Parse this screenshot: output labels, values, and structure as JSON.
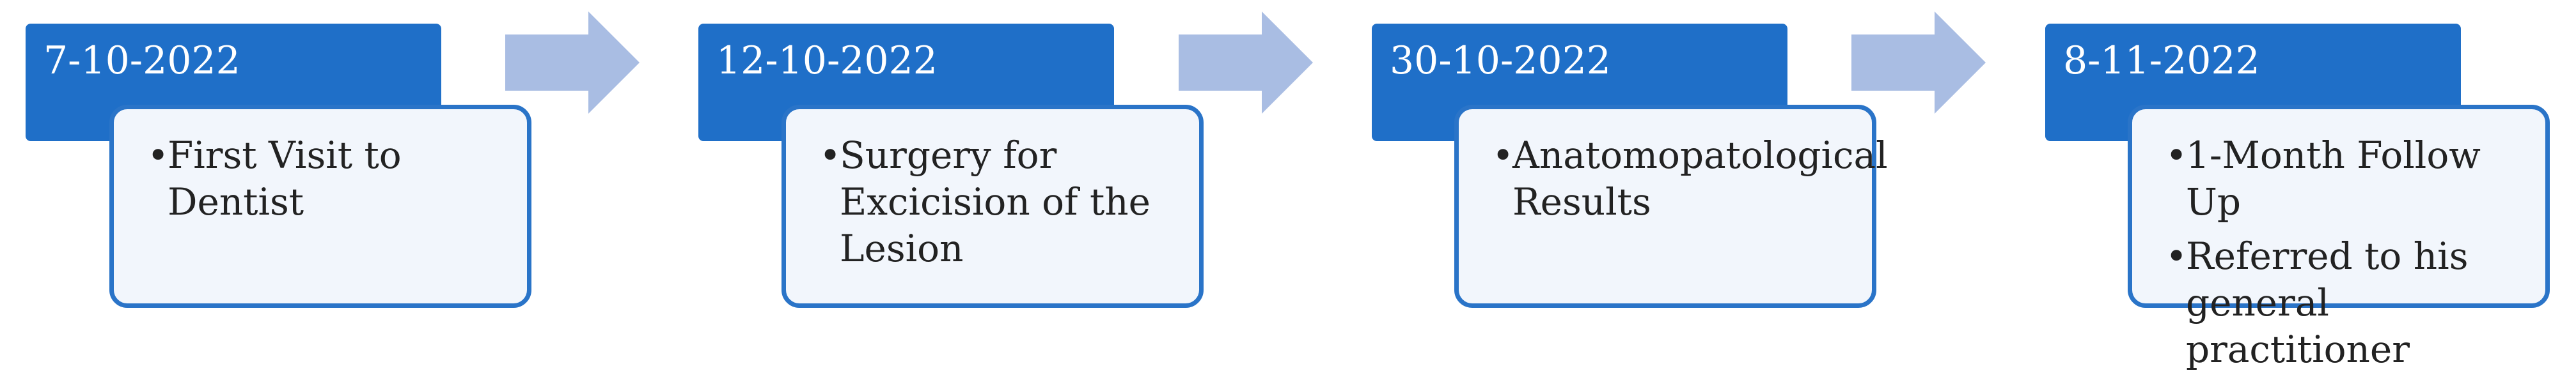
{
  "timeline": {
    "steps": [
      {
        "date": "7-10-2022",
        "items": [
          "First Visit to Dentist"
        ]
      },
      {
        "date": "12-10-2022",
        "items": [
          "Surgery for Excicision of the Lesion"
        ]
      },
      {
        "date": "30-10-2022",
        "items": [
          "Anatomopatological Results"
        ]
      },
      {
        "date": "8-11-2022",
        "items": [
          "1-Month Follow Up",
          "Referred to his general practitioner"
        ]
      }
    ]
  },
  "colors": {
    "date_box": "#1f6fc8",
    "detail_border": "#2a74c8",
    "detail_fill": "#f2f6fc",
    "arrow": "#a9bde3"
  }
}
